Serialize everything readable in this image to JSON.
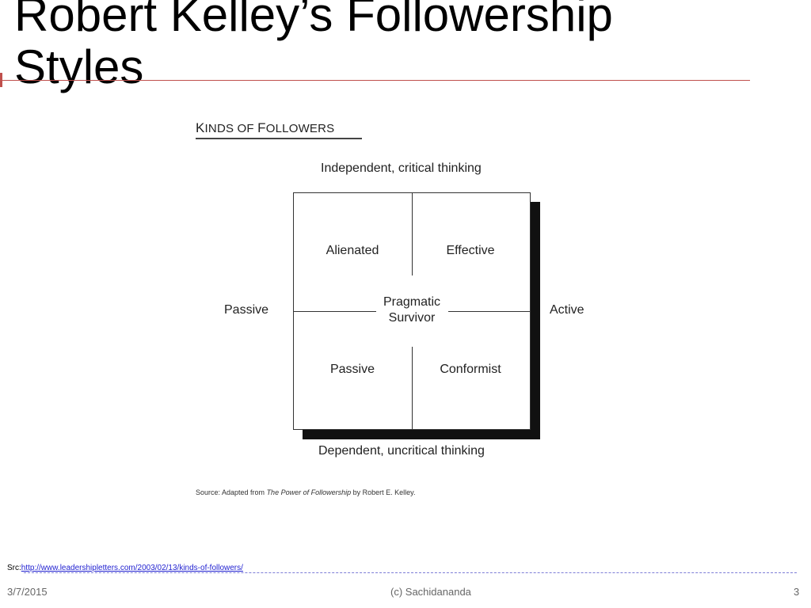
{
  "slide": {
    "title_line1": "Robert Kelley’s Followership",
    "title_line2": "Styles"
  },
  "diagram": {
    "header_first": "K",
    "header_rest_a": "INDS OF ",
    "header_f": "F",
    "header_rest_b": "OLLOWERS",
    "axis_top": "Independent, critical thinking",
    "axis_bottom": "Dependent, uncritical thinking",
    "axis_left": "Passive",
    "axis_right": "Active",
    "quadrants": {
      "top_left": "Alienated",
      "top_right": "Effective",
      "bottom_left": "Passive",
      "bottom_right": "Conformist"
    },
    "center_line1": "Pragmatic",
    "center_line2": "Survivor",
    "source_prefix": "Source: Adapted from ",
    "source_book": "The Power of Followership",
    "source_suffix": " by Robert E. Kelley."
  },
  "src": {
    "label": "Src",
    "url": "http://www.leadershipletters.com/2003/02/13/kinds-of-followers/"
  },
  "footer": {
    "date": "3/7/2015",
    "center": "(c) Sachidananda",
    "page": "3"
  },
  "colors": {
    "accent_rule": "#c0504d",
    "link": "#1f1fd0"
  }
}
